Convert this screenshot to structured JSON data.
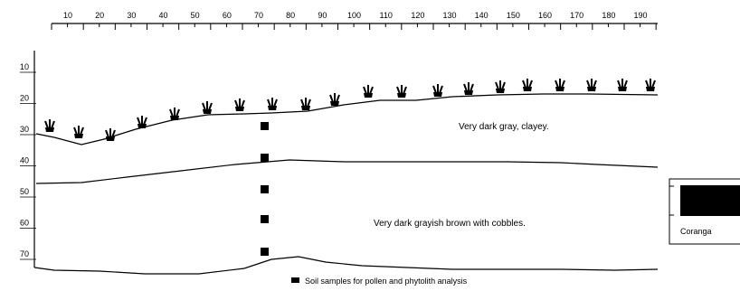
{
  "profile": {
    "top_axis_ticks": [
      "10",
      "20",
      "30",
      "40",
      "50",
      "60",
      "70",
      "80",
      "90",
      "100",
      "110",
      "120",
      "130",
      "140",
      "150",
      "160",
      "170",
      "180",
      "190"
    ],
    "depth_ticks": [
      "10",
      "20",
      "30",
      "40",
      "50",
      "60",
      "70"
    ],
    "layers": [
      {
        "label": "Very dark gray, clayey."
      },
      {
        "label": "Very dark grayish brown with cobbles."
      }
    ],
    "sample_count": 5,
    "vegetation_marker_count": 20
  },
  "legend": {
    "label": "Soil samples for pollen and phytolith analysis"
  },
  "inset": {
    "label": "Coranga"
  }
}
